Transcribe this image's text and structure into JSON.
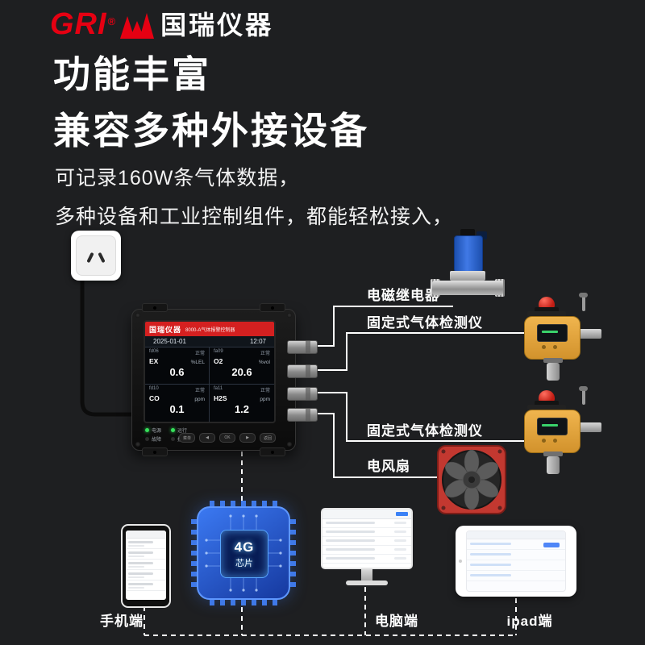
{
  "logo": {
    "brand": "GRI",
    "registered": "®",
    "company": "国瑞仪器"
  },
  "headline": {
    "line1": "功能丰富",
    "line2": "兼容多种外接设备"
  },
  "body_text": {
    "line1": "可记录160W条气体数据，",
    "line2": "多种设备和工业控制组件，都能轻松接入，"
  },
  "controller": {
    "screen": {
      "brand": "国瑞仪器",
      "model": "8000-A气体报警控制器",
      "date": "2025-01-01",
      "time": "12:07",
      "channels": [
        {
          "id": "fd06",
          "status": "正常",
          "gas": "EX",
          "value": "0.6",
          "unit": "%LEL"
        },
        {
          "id": "fa09",
          "status": "正常",
          "gas": "O2",
          "value": "20.6",
          "unit": "%vol"
        },
        {
          "id": "fd10",
          "status": "正常",
          "gas": "CO",
          "value": "0.1",
          "unit": "ppm"
        },
        {
          "id": "fa11",
          "status": "正常",
          "gas": "H2S",
          "value": "1.2",
          "unit": "ppm"
        }
      ],
      "buttons": [
        "菜单",
        "◀",
        "OK",
        "▶",
        "返回"
      ],
      "indicators": [
        {
          "label": "电源",
          "on": true
        },
        {
          "label": "运行",
          "on": true
        },
        {
          "label": "故障",
          "on": false
        },
        {
          "label": "报警",
          "on": false
        }
      ]
    }
  },
  "peripheral_labels": {
    "relay": "电磁继电器",
    "detector_top": "固定式气体检测仪",
    "detector_bottom": "固定式气体检测仪",
    "fan": "电风扇"
  },
  "chip": {
    "line1": "4G",
    "line2": "芯片"
  },
  "terminals": {
    "phone": "手机端",
    "pc": "电脑端",
    "tablet": "ipad端"
  },
  "colors": {
    "background": "#1e1f21",
    "accent_red": "#e60012",
    "line_white": "#ffffff",
    "screen_header_red": "#d42020",
    "chip_blue": "#2f6bff",
    "detector_yellow": "#dfa23e",
    "fan_red": "#c23830",
    "valve_blue": "#2a62c9",
    "indicator_green": "#35e05a"
  }
}
